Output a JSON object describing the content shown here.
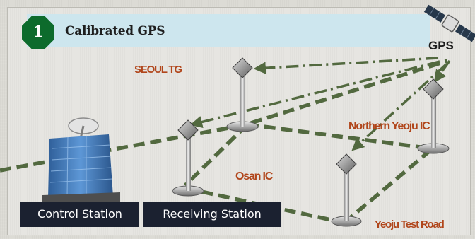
{
  "header": {
    "step_number": "1",
    "title": "Calibrated GPS"
  },
  "satellite": {
    "label": "GPS",
    "icon": "satellite-icon"
  },
  "stations": [
    {
      "label": "SEOUL TG"
    },
    {
      "label": "Northern Yeoju IC"
    },
    {
      "label": "Osan IC"
    },
    {
      "label": "Yeoju Test Road"
    }
  ],
  "building_labels": {
    "control": "Control Station",
    "receiving": "Receiving Station"
  },
  "colors": {
    "link_green": "#52693f",
    "badge_green": "#0d6b2c",
    "label_orange": "#b1461b",
    "title_bar": "#cde6ee",
    "dark_label": "#1b2130"
  }
}
